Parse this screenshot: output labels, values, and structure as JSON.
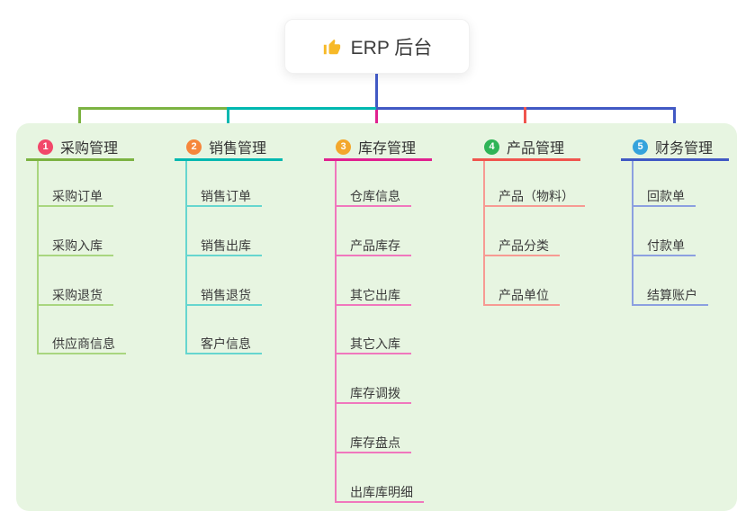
{
  "root": {
    "label": "ERP 后台"
  },
  "colors": {
    "panel_bg": "#e7f5e1",
    "stem_blue": "#4159c4"
  },
  "branches": [
    {
      "num": "1",
      "label": "采购管理",
      "badge_color": "#f2476a",
      "line_color": "#7cb342",
      "line_light": "#a9d67f",
      "items": [
        "采购订单",
        "采购入库",
        "采购退货",
        "供应商信息"
      ]
    },
    {
      "num": "2",
      "label": "销售管理",
      "badge_color": "#f6863b",
      "line_color": "#00b8b0",
      "line_light": "#66d6cf",
      "items": [
        "销售订单",
        "销售出库",
        "销售退货",
        "客户信息"
      ]
    },
    {
      "num": "3",
      "label": "库存管理",
      "badge_color": "#f3a72c",
      "line_color": "#e0218f",
      "line_light": "#f077bd",
      "items": [
        "仓库信息",
        "产品库存",
        "其它出库",
        "其它入库",
        "库存调拨",
        "库存盘点",
        "出库库明细"
      ]
    },
    {
      "num": "4",
      "label": "产品管理",
      "badge_color": "#2fb457",
      "line_color": "#f0554e",
      "line_light": "#f79a93",
      "items": [
        "产品（物料）",
        "产品分类",
        "产品单位"
      ]
    },
    {
      "num": "5",
      "label": "财务管理",
      "badge_color": "#35a3dc",
      "line_color": "#4159c4",
      "line_light": "#8ca0e0",
      "items": [
        "回款单",
        "付款单",
        "结算账户"
      ]
    }
  ]
}
